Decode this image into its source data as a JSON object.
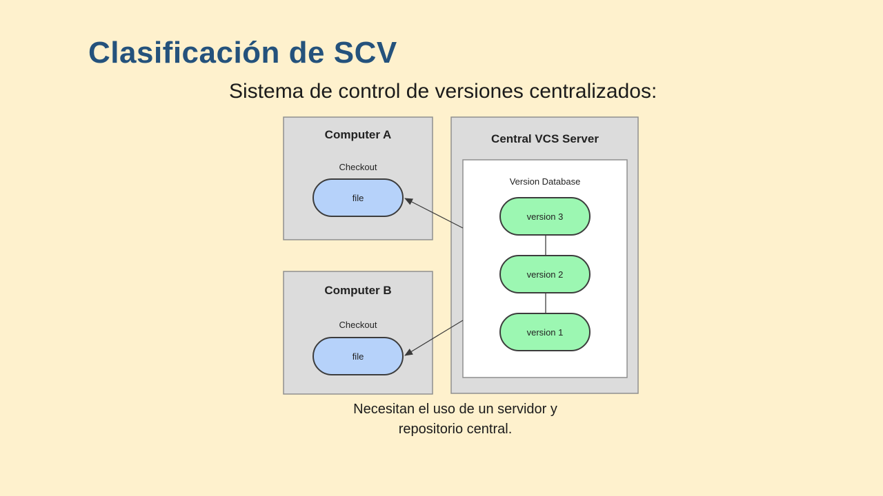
{
  "slide": {
    "title": "Clasificación de SCV",
    "subtitle": "Sistema de control de versiones centralizados:",
    "caption_line1": "Necesitan el uso de un servidor y",
    "caption_line2": "repositorio central."
  },
  "diagram": {
    "computer_a": {
      "title": "Computer A",
      "checkout_label": "Checkout",
      "file_label": "file"
    },
    "computer_b": {
      "title": "Computer B",
      "checkout_label": "Checkout",
      "file_label": "file"
    },
    "server": {
      "title": "Central VCS Server",
      "database_label": "Version Database",
      "versions": [
        "version 3",
        "version 2",
        "version 1"
      ]
    },
    "colors": {
      "background": "#fef1cd",
      "title": "#24527c",
      "panel_fill": "#dcdcdc",
      "file_fill": "#b6d2fa",
      "version_fill": "#9cf7b2"
    }
  }
}
